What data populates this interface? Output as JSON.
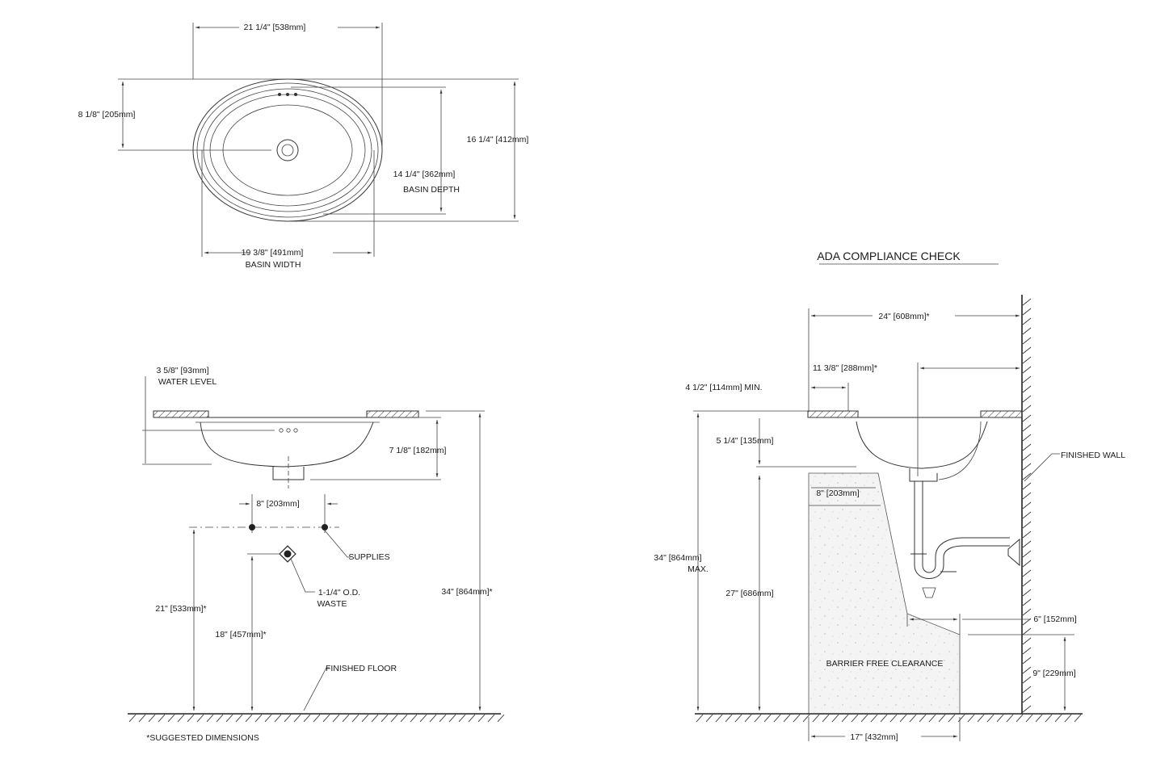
{
  "plan_view": {
    "overall_width": "21 1/4\" [538mm]",
    "drain_offset": "8 1/8\" [205mm]",
    "overall_depth": "16 1/4\" [412mm]",
    "basin_depth_value": "14 1/4\" [362mm]",
    "basin_depth_label": "BASIN DEPTH",
    "basin_width_value": "19 3/8\" [491mm]",
    "basin_width_label": "BASIN WIDTH"
  },
  "front_view": {
    "water_level_value": "3 5/8\" [93mm]",
    "water_level_label": "WATER LEVEL",
    "bowl_depth": "7 1/8\" [182mm]",
    "supply_spacing": "8\" [203mm]",
    "supplies_label": "SUPPLIES",
    "waste_line1": "1-1/4\" O.D.",
    "waste_line2": "WASTE",
    "rim_height": "34\" [864mm]*",
    "supply_height": "21\" [533mm]*",
    "waste_height": "18\" [457mm]*",
    "floor_label": "FINISHED FLOOR",
    "footnote": "*SUGGESTED DIMENSIONS"
  },
  "ada_view": {
    "title": "ADA COMPLIANCE CHECK",
    "overall_depth": "24\" [608mm]*",
    "drain_from_wall": "11 3/8\" [288mm]*",
    "front_min": "4 1/2\" [114mm] MIN.",
    "apron_depth": "5 1/4\" [135mm]",
    "knee_depth": "8\" [203mm]",
    "rim_max_value": "34\" [864mm]",
    "rim_max_label": "MAX.",
    "knee_height": "27\" [686mm]",
    "wall_label": "FINISHED WALL",
    "toe_depth": "6\" [152mm]",
    "toe_height": "9\" [229mm]",
    "clearance_label": "BARRIER FREE CLEARANCE",
    "clear_width": "17\" [432mm]"
  },
  "colors": {
    "line": "#333333",
    "text": "#1a1a1a",
    "fill": "#f2f2f2"
  }
}
